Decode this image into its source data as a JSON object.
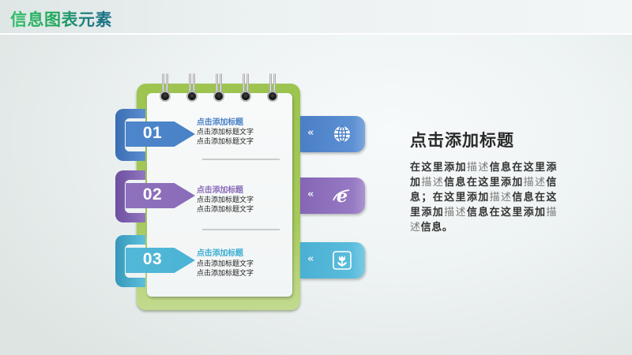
{
  "header": {
    "title": "信息图表元素"
  },
  "colors": {
    "title_green": "#2fbf67",
    "title_teal": "#1b6e86",
    "notebook_green": "#a5c95a",
    "item1_blue": "#4a82c7",
    "item2_purple": "#8a6cb8",
    "item3_cyan": "#4bb3d4"
  },
  "items": [
    {
      "number": "01",
      "title": "点击添加标题",
      "lines": [
        "点击添加标题文字",
        "点击添加标题文字"
      ],
      "icon": "globe-icon",
      "color": "#4a82c7"
    },
    {
      "number": "02",
      "title": "点击添加标题",
      "lines": [
        "点击添加标题文字",
        "点击添加标题文字"
      ],
      "icon": "internet-explorer-icon",
      "color": "#8a6cb8"
    },
    {
      "number": "03",
      "title": "点击添加标题",
      "lines": [
        "点击添加标题文字",
        "点击添加标题文字"
      ],
      "icon": "tulip-icon",
      "color": "#4bb3d4"
    }
  ],
  "right_buttons": {
    "chevron": "«"
  },
  "side_panel": {
    "title": "点击添加标题",
    "paragraph_segments": [
      {
        "text": "在这里添加",
        "light": false
      },
      {
        "text": "描述",
        "light": true
      },
      {
        "text": "信息在这里添加",
        "light": false
      },
      {
        "text": "描述",
        "light": true
      },
      {
        "text": "信息在这里添加",
        "light": false
      },
      {
        "text": "描述",
        "light": true
      },
      {
        "text": "信息；在这里添加",
        "light": false
      },
      {
        "text": "描述",
        "light": true
      },
      {
        "text": "信息在这里添加",
        "light": false
      },
      {
        "text": "描述",
        "light": true
      },
      {
        "text": "信息在这里添加",
        "light": false
      },
      {
        "text": "描述",
        "light": true
      },
      {
        "text": "信息。",
        "light": false
      }
    ]
  }
}
